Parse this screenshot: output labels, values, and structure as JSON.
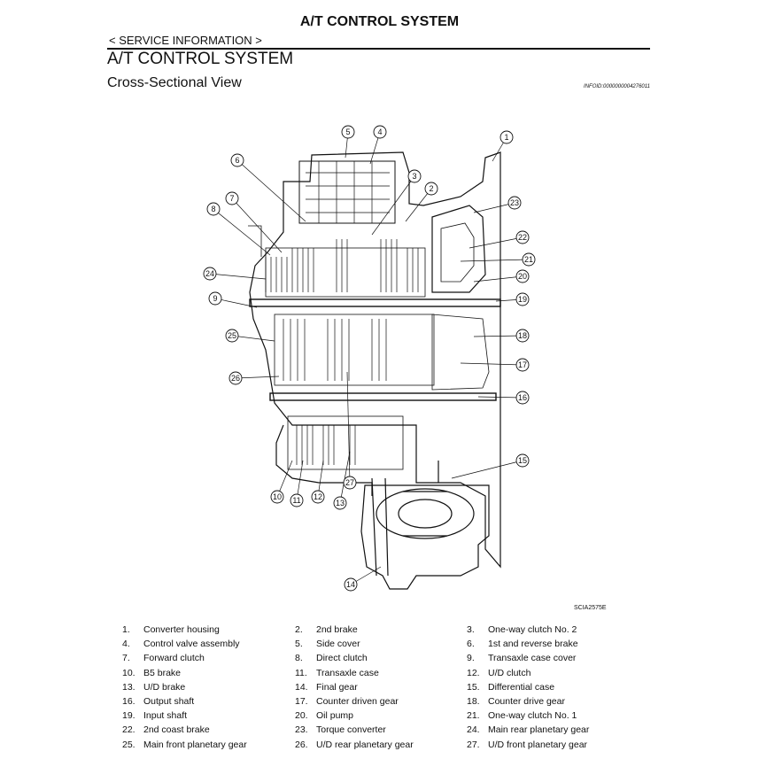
{
  "header": {
    "page_title": "A/T CONTROL SYSTEM",
    "breadcrumb": "< SERVICE INFORMATION >",
    "section_title": "A/T CONTROL SYSTEM",
    "view_title": "Cross-Sectional View",
    "info_id": "INFOID:0000000004276011"
  },
  "figure": {
    "code": "SCIA2575E",
    "callouts": [
      "1",
      "2",
      "3",
      "4",
      "5",
      "6",
      "7",
      "8",
      "9",
      "10",
      "11",
      "12",
      "13",
      "14",
      "15",
      "16",
      "17",
      "18",
      "19",
      "20",
      "21",
      "22",
      "23",
      "24",
      "25",
      "26",
      "27"
    ]
  },
  "parts": [
    {
      "num": "1.",
      "name": "Converter housing"
    },
    {
      "num": "2.",
      "name": "2nd brake"
    },
    {
      "num": "3.",
      "name": "One-way clutch No. 2"
    },
    {
      "num": "4.",
      "name": "Control valve assembly"
    },
    {
      "num": "5.",
      "name": "Side cover"
    },
    {
      "num": "6.",
      "name": "1st and reverse brake"
    },
    {
      "num": "7.",
      "name": "Forward clutch"
    },
    {
      "num": "8.",
      "name": "Direct clutch"
    },
    {
      "num": "9.",
      "name": "Transaxle case cover"
    },
    {
      "num": "10.",
      "name": "B5 brake"
    },
    {
      "num": "11.",
      "name": "Transaxle case"
    },
    {
      "num": "12.",
      "name": "U/D clutch"
    },
    {
      "num": "13.",
      "name": "U/D brake"
    },
    {
      "num": "14.",
      "name": "Final gear"
    },
    {
      "num": "15.",
      "name": "Differential case"
    },
    {
      "num": "16.",
      "name": "Output shaft"
    },
    {
      "num": "17.",
      "name": "Counter driven gear"
    },
    {
      "num": "18.",
      "name": "Counter drive gear"
    },
    {
      "num": "19.",
      "name": "Input shaft"
    },
    {
      "num": "20.",
      "name": "Oil pump"
    },
    {
      "num": "21.",
      "name": "One-way clutch No. 1"
    },
    {
      "num": "22.",
      "name": "2nd coast brake"
    },
    {
      "num": "23.",
      "name": "Torque converter"
    },
    {
      "num": "24.",
      "name": "Main rear planetary gear"
    },
    {
      "num": "25.",
      "name": "Main front planetary gear"
    },
    {
      "num": "26.",
      "name": "U/D rear planetary gear"
    },
    {
      "num": "27.",
      "name": "U/D front planetary gear"
    }
  ]
}
